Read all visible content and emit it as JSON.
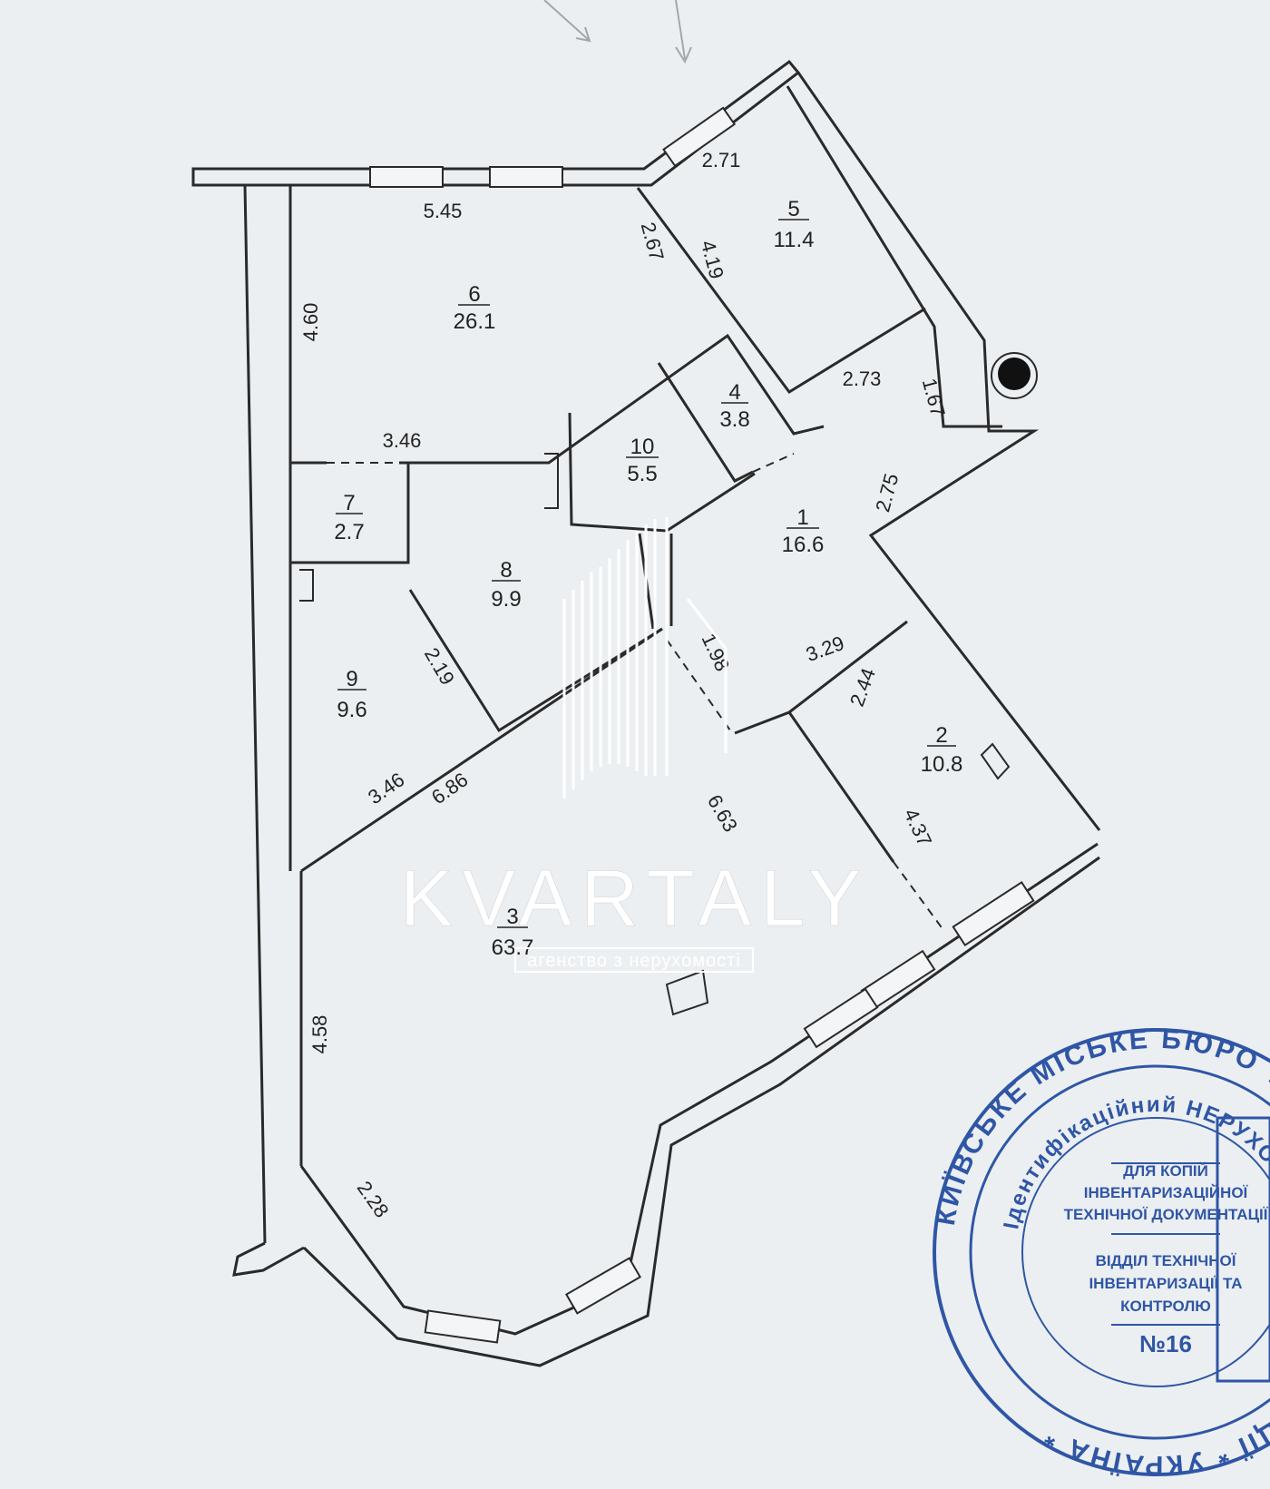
{
  "rooms": [
    {
      "id": "room-1",
      "number": "1",
      "area": "16.6"
    },
    {
      "id": "room-2",
      "number": "2",
      "area": "10.8"
    },
    {
      "id": "room-3",
      "number": "3",
      "area": "63.7"
    },
    {
      "id": "room-4",
      "number": "4",
      "area": "3.8"
    },
    {
      "id": "room-5",
      "number": "5",
      "area": "11.4"
    },
    {
      "id": "room-6",
      "number": "6",
      "area": "26.1"
    },
    {
      "id": "room-7",
      "number": "7",
      "area": "2.7"
    },
    {
      "id": "room-8",
      "number": "8",
      "area": "9.9"
    },
    {
      "id": "room-9",
      "number": "9",
      "area": "9.6"
    },
    {
      "id": "room-10",
      "number": "10",
      "area": "5.5"
    }
  ],
  "dimensions": [
    "5.45",
    "4.60",
    "2.67",
    "2.71",
    "4.19",
    "3.46",
    "2.73",
    "1.67",
    "2.75",
    "2.19",
    "3.29",
    "1.98",
    "2.44",
    "3.46",
    "6.86",
    "6.63",
    "4.37",
    "4.58",
    "2.28"
  ],
  "watermark": {
    "brand": "KVARTALY",
    "subtitle": "агенство з нерухомості"
  },
  "stamp": {
    "ring_text": "КИЇВСЬКЕ МІСЬКЕ БЮРО ТЕХНІЧНОЇ ІНВЕНТАРИЗАЦІЇ * УКРАЇНА *",
    "ring_text_2": "Ідентифікаційний НЕРУХОМОГО МАЙНА",
    "lines": [
      "ДЛЯ КОПІЙ",
      "ІНВЕНТАРИЗАЦІЙНОЇ",
      "ТЕХНІЧНОЇ ДОКУМЕНТАЦІЇ",
      "ВІДДІЛ ТЕХНІЧНОЇ",
      "ІНВЕНТАРИЗАЦІЇ ТА",
      "КОНТРОЛЮ",
      "№16"
    ],
    "color": "#2f56a6"
  }
}
